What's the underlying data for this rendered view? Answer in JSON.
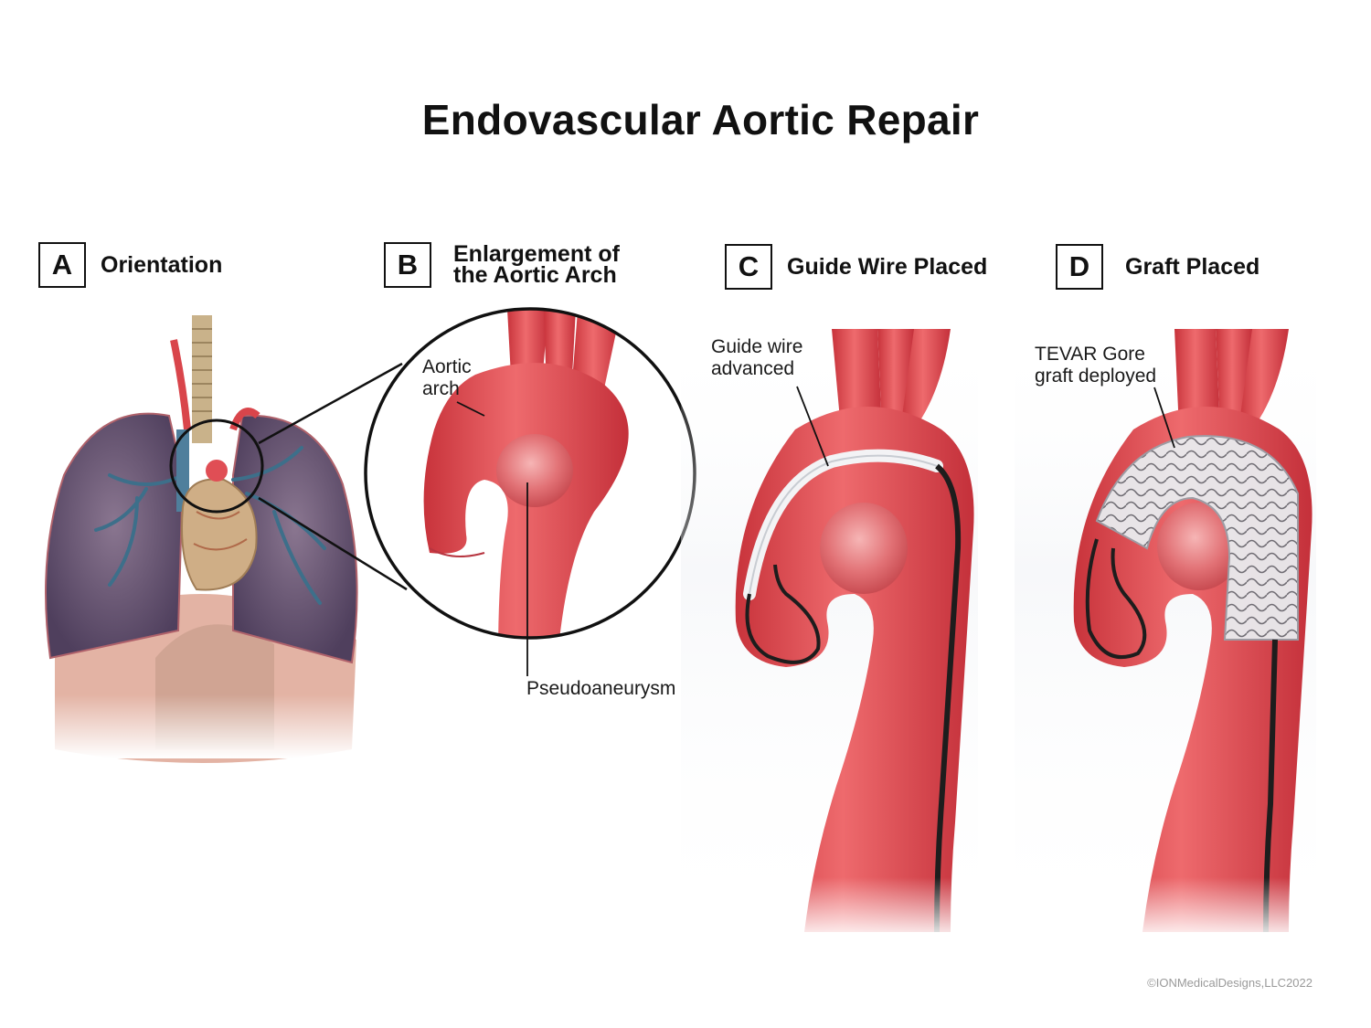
{
  "title": "Endovascular Aortic Repair",
  "panels": [
    {
      "letter": "A",
      "title_lines": [
        "Orientation"
      ]
    },
    {
      "letter": "B",
      "title_lines": [
        "Enlargement of",
        "the Aortic Arch"
      ]
    },
    {
      "letter": "C",
      "title_lines": [
        "Guide Wire Placed"
      ]
    },
    {
      "letter": "D",
      "title_lines": [
        "Graft Placed"
      ]
    }
  ],
  "callouts": {
    "aortic_arch": [
      "Aortic",
      "arch"
    ],
    "pseudoaneurysm": "Pseudoaneurysm",
    "guide_wire": [
      "Guide wire",
      "advanced"
    ],
    "graft": [
      "TEVAR Gore",
      "graft deployed"
    ]
  },
  "copyright": "©IONMedicalDesigns,LLC2022",
  "colors": {
    "aorta": "#d9454b",
    "aorta_light": "#ee7a7c",
    "lung": "#6e5a7a",
    "vessel_blue": "#3f6f8c",
    "wire": "#222222"
  }
}
